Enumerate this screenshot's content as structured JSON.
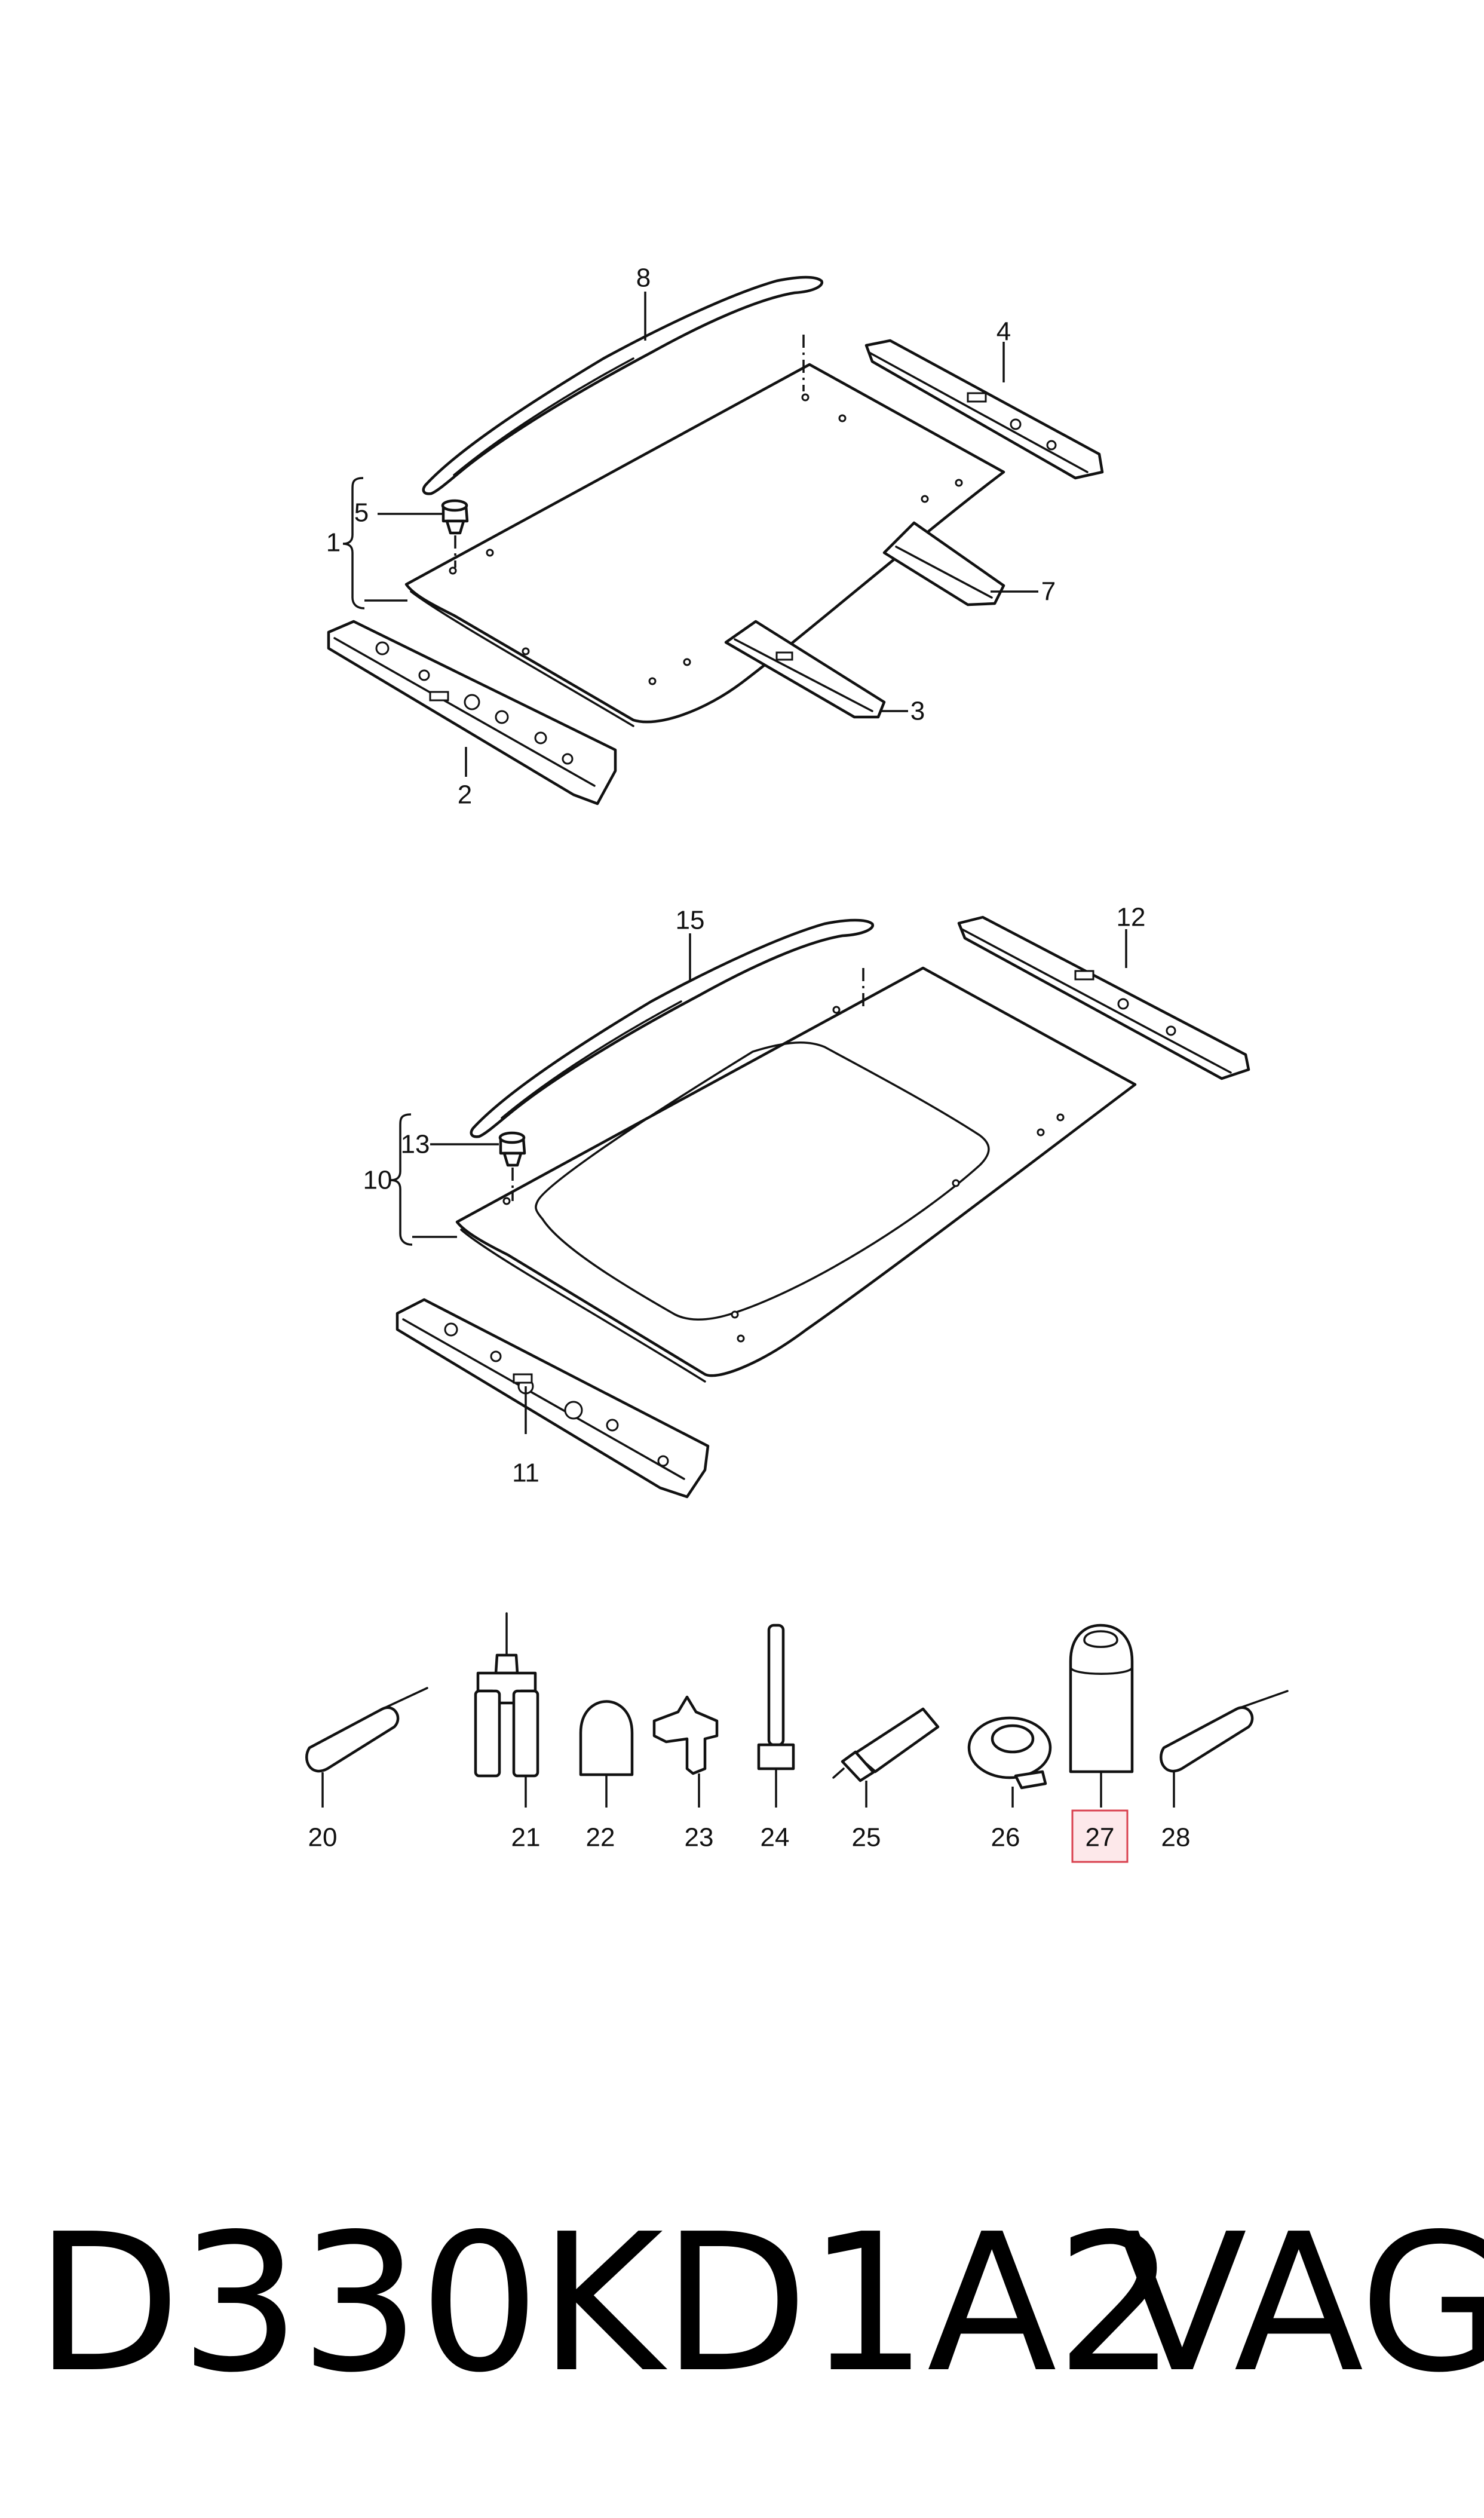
{
  "diagram": {
    "callouts": {
      "c1": "1",
      "c2": "2",
      "c3": "3",
      "c4": "4",
      "c5": "5",
      "c7": "7",
      "c8": "8",
      "c10": "10",
      "c11": "11",
      "c12": "12",
      "c13": "13",
      "c15": "15",
      "c20": "20",
      "c21": "21",
      "c22": "22",
      "c23": "23",
      "c24": "24",
      "c25": "25",
      "c26": "26",
      "c27": "27",
      "c28": "28"
    },
    "highlighted_callout": "27",
    "highlight_color": "#d9414f"
  },
  "footer": {
    "part_code": "D330KD1A2",
    "brand": "VAG"
  }
}
